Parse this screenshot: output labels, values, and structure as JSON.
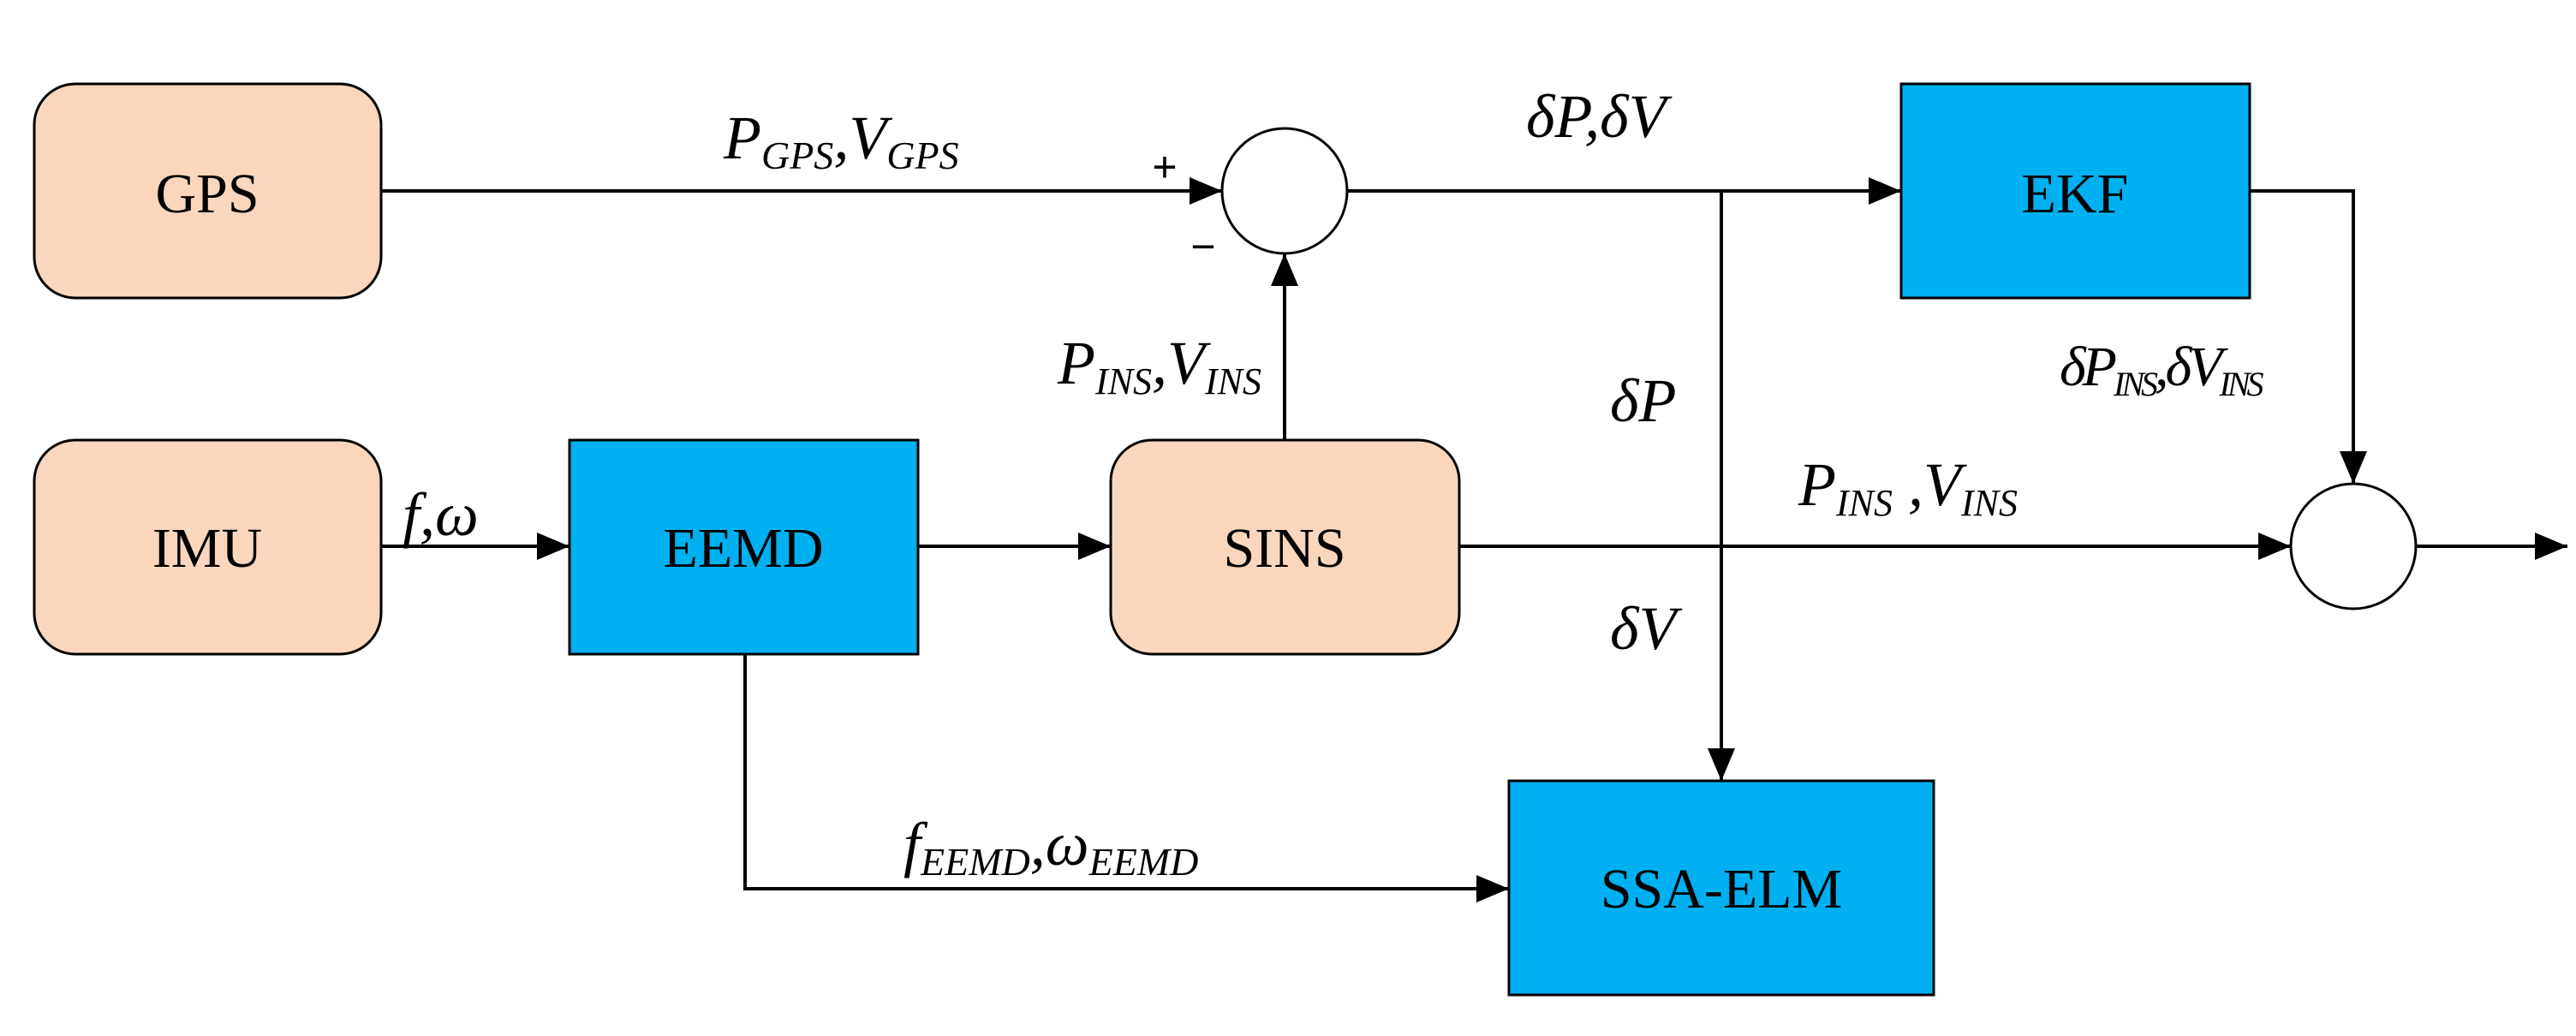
{
  "colors": {
    "hardware_block": "#FAD7BC",
    "algorithm_block": "#00B0F0",
    "line": "#000000"
  },
  "blocks": {
    "gps": "GPS",
    "imu": "IMU",
    "eemd": "EEMD",
    "sins": "SINS",
    "ekf": "EKF",
    "ssa_elm": "SSA-ELM"
  },
  "signals": {
    "gps_out": {
      "p": "P",
      "p_sub": "GPS",
      "sep": ",",
      "v": "V",
      "v_sub": "GPS"
    },
    "imu_out": {
      "text": "f,ω"
    },
    "sins_out_up": {
      "p": "P",
      "p_sub": "INS",
      "sep": ",",
      "v": "V",
      "v_sub": "INS"
    },
    "error": {
      "text": "δP,δV"
    },
    "error_p": {
      "text": "δP"
    },
    "error_v": {
      "text": "δV"
    },
    "ekf_out": {
      "p": "δP",
      "p_sub": "INS",
      "sep": ",",
      "v": "δV",
      "v_sub": "INS"
    },
    "sins_out_right": {
      "p": "P",
      "p_sub": "INS",
      "sep": " ,",
      "v": "V",
      "v_sub": "INS"
    },
    "eemd_out": {
      "p": "f",
      "p_sub": "EEMD",
      "sep": ",",
      "v": "ω",
      "v_sub": "EEMD"
    }
  },
  "summing_junction": {
    "plus": "+",
    "minus": "−"
  }
}
